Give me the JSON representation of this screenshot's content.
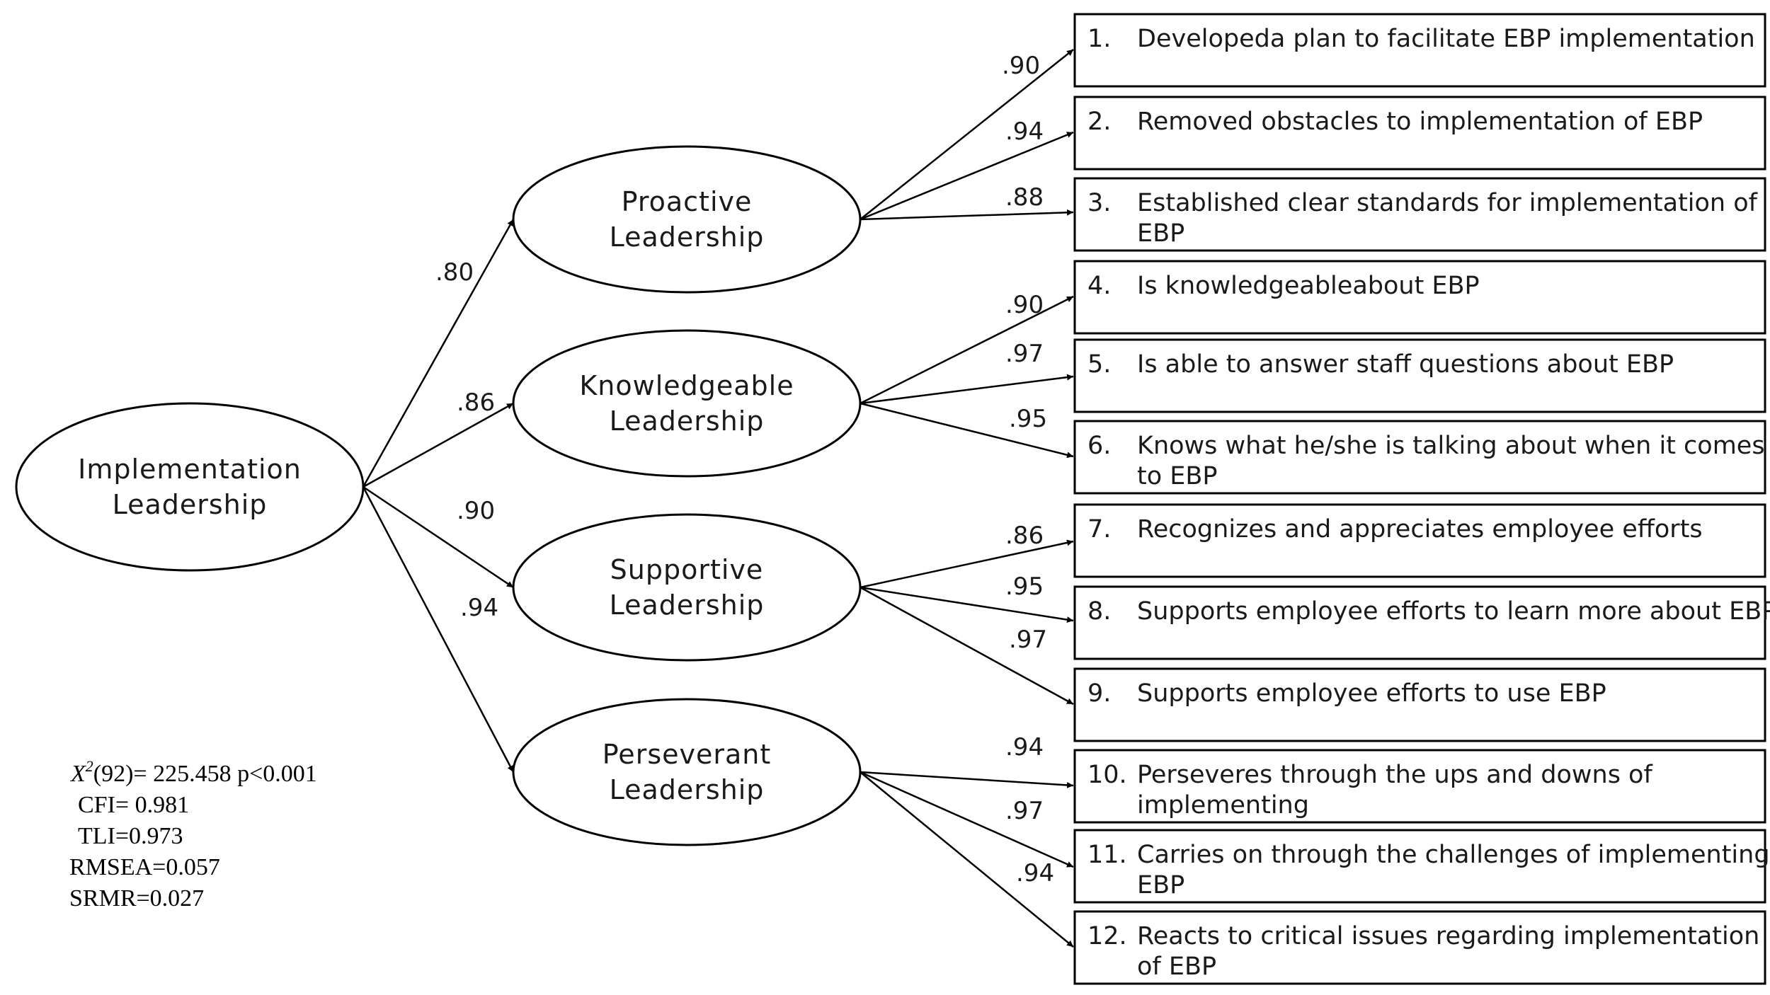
{
  "root": {
    "lines": [
      "Implementation",
      "Leadership"
    ]
  },
  "factors": [
    {
      "lines": [
        "Proactive",
        "Leadership"
      ],
      "loading": ".80"
    },
    {
      "lines": [
        "Knowledgeable",
        "Leadership"
      ],
      "loading": ".86"
    },
    {
      "lines": [
        "Supportive",
        "Leadership"
      ],
      "loading": ".90"
    },
    {
      "lines": [
        "Perseverant",
        "Leadership"
      ],
      "loading": ".94"
    }
  ],
  "items": [
    {
      "number": "1.",
      "lines": [
        "Developeda plan to facilitate EBP implementation"
      ],
      "loading": ".90"
    },
    {
      "number": "2.",
      "lines": [
        "Removed obstacles to implementation of EBP"
      ],
      "loading": ".94"
    },
    {
      "number": "3.",
      "lines": [
        "Established clear standards for implementation of",
        "EBP"
      ],
      "loading": ".88"
    },
    {
      "number": "4.",
      "lines": [
        "Is knowledgeableabout EBP"
      ],
      "loading": ".90"
    },
    {
      "number": "5.",
      "lines": [
        "Is able to answer staff questions about EBP"
      ],
      "loading": ".97"
    },
    {
      "number": "6.",
      "lines": [
        "Knows what he/she is talking about when it comes",
        "to EBP"
      ],
      "loading": ".95"
    },
    {
      "number": "7.",
      "lines": [
        "Recognizes and appreciates employee efforts"
      ],
      "loading": ".86"
    },
    {
      "number": "8.",
      "lines": [
        "Supports employee efforts to learn more about EBP"
      ],
      "loading": ".95"
    },
    {
      "number": "9.",
      "lines": [
        "Supports employee efforts to use EBP"
      ],
      "loading": ".97"
    },
    {
      "number": "10.",
      "lines": [
        "Perseveres through the ups and downs of",
        "implementing"
      ],
      "loading": ".94"
    },
    {
      "number": "11.",
      "lines": [
        "Carries on through the challenges of implementing",
        "EBP"
      ],
      "loading": ".97"
    },
    {
      "number": "12.",
      "lines": [
        "Reacts to critical issues regarding implementation",
        "of EBP"
      ],
      "loading": ".94"
    }
  ],
  "fit": {
    "chi_symbol": "X",
    "chi_superscript": "2",
    "chi_rest": "(92)= 225.458 p<0.001",
    "cfi": "CFI= 0.981",
    "tli": "TLI=0.973",
    "rmsea": "RMSEA=0.057",
    "srmr": "SRMR=0.027"
  }
}
